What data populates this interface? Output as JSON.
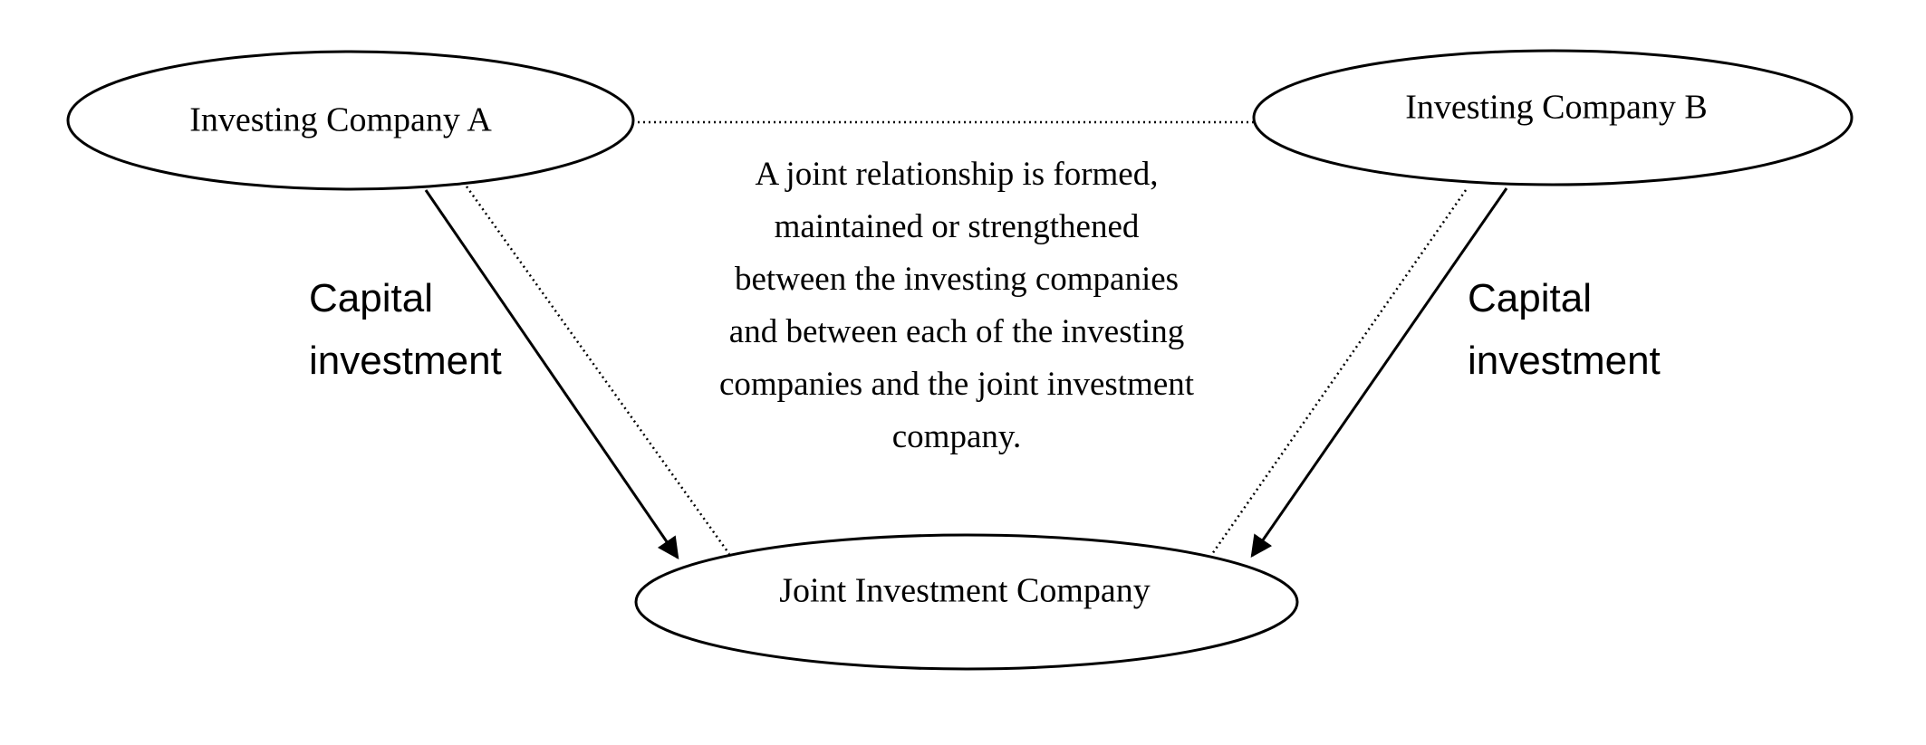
{
  "nodes": {
    "company_a": "Investing Company A",
    "company_b": "Investing Company B",
    "joint": "Joint Investment Company"
  },
  "edges": {
    "left_label_line1": "Capital",
    "left_label_line2": "investment",
    "right_label_line1": "Capital",
    "right_label_line2": "investment"
  },
  "center_note": {
    "line1": "A joint relationship is formed,",
    "line2": "maintained or strengthened",
    "line3": "between the investing companies",
    "line4": "and between each of the investing",
    "line5": "companies and the joint investment",
    "line6": "company."
  }
}
